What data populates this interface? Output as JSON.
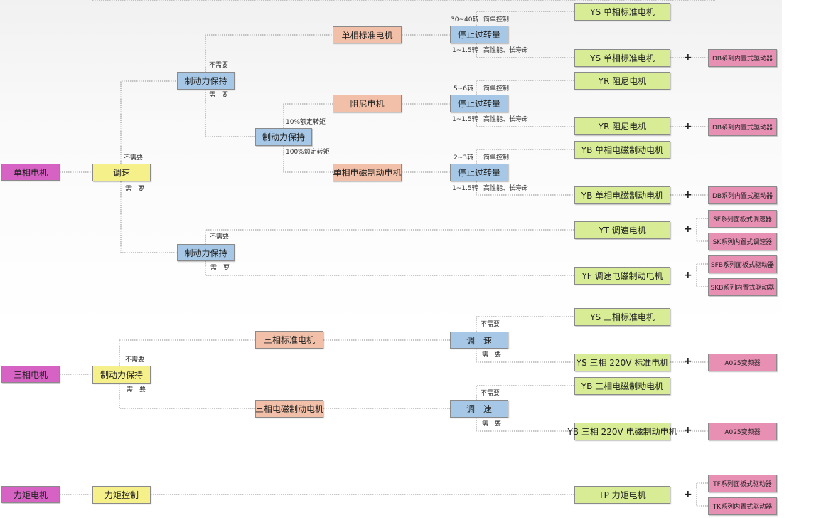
{
  "colors": {
    "root": "#d662c4",
    "level1": "#f6f08a",
    "control": "#a6c8e6",
    "motor_type": "#f2c0a8",
    "product": "#d8ec96",
    "driver": "#e890b4",
    "line": "#8f8f8f"
  },
  "root_nodes": {
    "single_phase": "单相电机",
    "three_phase": "三相电机",
    "torque": "力矩电机"
  },
  "level1_nodes": {
    "speed_control": "调速",
    "brake_hold_3ph": "制动力保持",
    "torque_control": "力矩控制"
  },
  "control_nodes": {
    "brake_hold_top": "制动力保持",
    "brake_hold_mid": "制动力保持",
    "brake_hold_low": "制动力保持",
    "overrun_1": "停止过转量",
    "overrun_2": "停止过转量",
    "overrun_3": "停止过转量",
    "speed_1": "调　速",
    "speed_2": "调　速"
  },
  "motor_type_nodes": {
    "single_std": "单相标准电机",
    "resist": "阻尼电机",
    "single_em_brake": "单相电磁制动电机",
    "three_std": "三相标准电机",
    "three_em_brake": "三相电磁制动电机"
  },
  "products": {
    "ys_single_1": "YS 单相标准电机",
    "ys_single_2": "YS 单相标准电机",
    "yr_1": "YR 阻尼电机",
    "yr_2": "YR 阻尼电机",
    "yb_single_1": "YB 单相电磁制动电机",
    "yb_single_2": "YB 单相电磁制动电机",
    "yt": "YT 调速电机",
    "yf": "YF 调速电磁制动电机",
    "ys_three": "YS 三相标准电机",
    "ys_three_220": "YS 三相 220V 标准电机",
    "yb_three": "YB 三相电磁制动电机",
    "yb_three_220": "YB 三相 220V 电磁制动电机",
    "tp": "TP 力矩电机"
  },
  "drivers": {
    "db_1": "DB系列内置式驱动器",
    "db_2": "DB系列内置式驱动器",
    "db_3": "DB系列内置式驱动器",
    "sf": "SF系列面板式调速器",
    "sk": "SK系列内置式调速器",
    "sfb": "SFB系列面板式驱动器",
    "skb": "SKB系列内置式驱动器",
    "a025_1": "A025变频器",
    "a025_2": "A025变频器",
    "tf": "TF系列面板式驱动器",
    "tk": "TK系列内置式驱动器"
  },
  "edge_labels": {
    "not_needed": "不需要",
    "needed": "需　要",
    "rot_30_40": "30~40转",
    "rot_1_1_5": "1~1.5转",
    "rot_5_6": "5~6转",
    "rot_2_3": "2~3转",
    "simple_control": "简单控制",
    "high_perf_long_life": "高性能、长寿命",
    "torque_10": "10%额定转矩",
    "torque_100": "100%额定转矩"
  },
  "plus_symbol": "+"
}
